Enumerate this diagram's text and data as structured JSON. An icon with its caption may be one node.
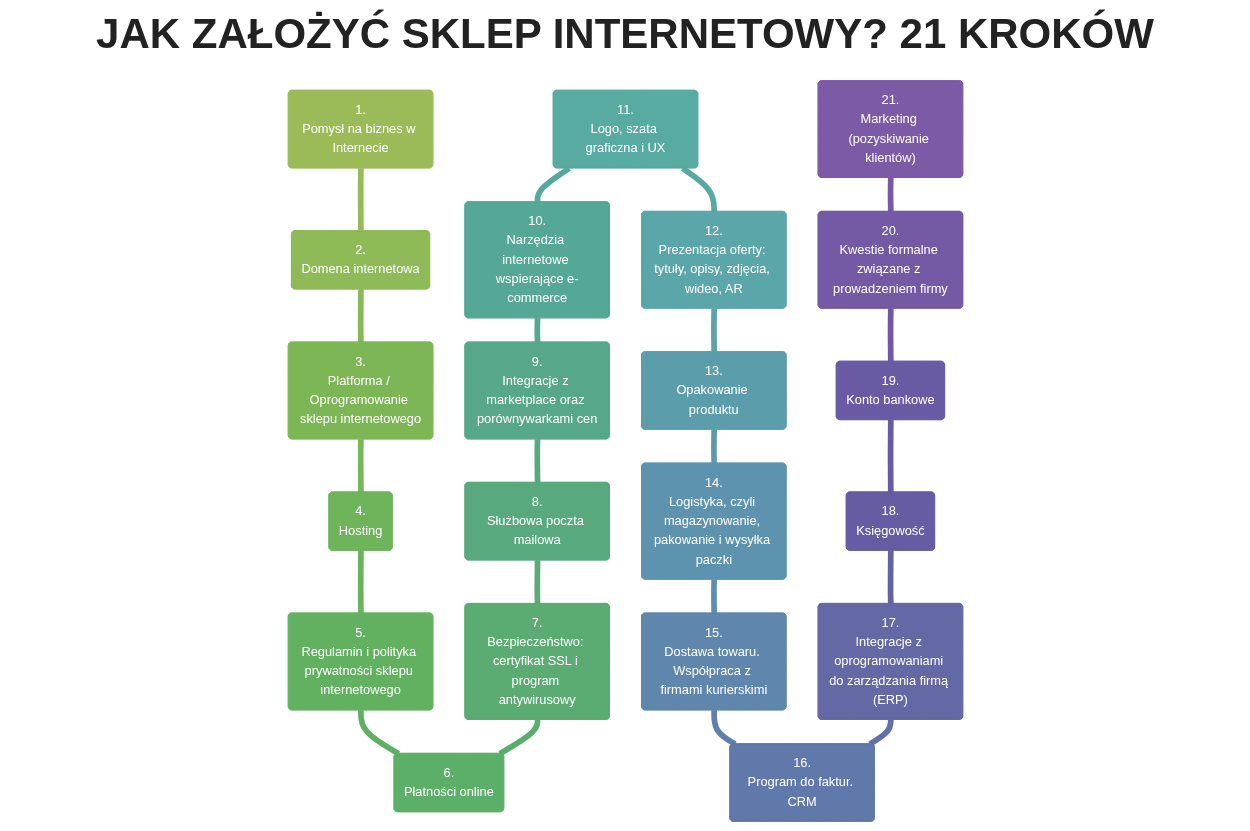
{
  "diagram": {
    "title": "JAK ZAŁOŻYĆ SKLEP INTERNETOWY? 21 KROKÓW",
    "nodes": [
      {
        "text": [
          "1.",
          "Pomysł na biznes w Internecie"
        ]
      },
      {
        "text": [
          "2.",
          "Domena internetowa"
        ]
      },
      {
        "text": [
          "3.",
          "Platforma / Oprogramowanie sklepu internetowego"
        ]
      },
      {
        "text": [
          "4.",
          "Hosting"
        ]
      },
      {
        "text": [
          "5.",
          "Regulamin i polityka prywatności sklepu internetowego"
        ]
      },
      {
        "text": [
          "6.",
          "Płatności online"
        ]
      },
      {
        "text": [
          "7.",
          "Bezpieczeństwo: certyfikat SSL i program antywirusowy"
        ]
      },
      {
        "text": [
          "8.",
          "Służbowa poczta mailowa"
        ]
      },
      {
        "text": [
          "9.",
          "Integracje z marketplace oraz porównywarkami cen"
        ]
      },
      {
        "text": [
          "10.",
          "Narzędzia internetowe wspierające e-commerce"
        ]
      },
      {
        "text": [
          "11.",
          "Logo, szata graficzna i UX"
        ]
      },
      {
        "text": [
          "12.",
          "Prezentacja oferty: tytuły, opisy, zdjęcia, wideo, AR"
        ]
      },
      {
        "text": [
          "13.",
          "Opakowanie produktu"
        ]
      },
      {
        "text": [
          "14.",
          "Logistyka, czyli magazynowanie, pakowanie i wysyłka paczki"
        ]
      },
      {
        "text": [
          "15.",
          "Dostawa towaru. Współpraca z firmami kurierskimi"
        ]
      },
      {
        "text": [
          "16.",
          "Program do faktur. CRM"
        ]
      },
      {
        "text": [
          "17.",
          "Integracje z oprogramowaniami do zarządzania firmą (ERP)"
        ]
      },
      {
        "text": [
          "18.",
          "Księgowość"
        ]
      },
      {
        "text": [
          "19.",
          "Konto bankowe"
        ]
      },
      {
        "text": [
          "20.",
          "Kwestie formalne związane z prowadzeniem firmy"
        ]
      },
      {
        "text": [
          "21.",
          "Marketing (pozyskiwanie klientów)"
        ]
      }
    ],
    "edges": [
      {
        "from": 0,
        "to": 1,
        "arrow": "none",
        "color": "#95bb58"
      },
      {
        "from": 1,
        "to": 2,
        "arrow": "none",
        "color": "#86b957"
      },
      {
        "from": 2,
        "to": 3,
        "arrow": "none",
        "color": "#76b758"
      },
      {
        "from": 3,
        "to": 4,
        "arrow": "none",
        "color": "#68b35c"
      },
      {
        "from": 4,
        "to": 5,
        "arrow": "none",
        "color": "#5fb062"
      },
      {
        "from": 5,
        "to": 6,
        "arrow": "none",
        "color": "#5bad6d"
      },
      {
        "from": 6,
        "to": 7,
        "arrow": "none",
        "color": "#59ab77"
      },
      {
        "from": 7,
        "to": 8,
        "arrow": "none",
        "color": "#58a983"
      },
      {
        "from": 8,
        "to": 9,
        "arrow": "none",
        "color": "#56a88f"
      },
      {
        "from": 9,
        "to": 10,
        "arrow": "none",
        "color": "#55a99c"
      },
      {
        "from": 10,
        "to": 11,
        "arrow": "none",
        "color": "#58a8a4"
      },
      {
        "from": 11,
        "to": 12,
        "arrow": "none",
        "color": "#5ba2aa"
      },
      {
        "from": 12,
        "to": 13,
        "arrow": "none",
        "color": "#5d99ae"
      },
      {
        "from": 13,
        "to": 14,
        "arrow": "none",
        "color": "#5e8eaf"
      },
      {
        "from": 14,
        "to": 15,
        "arrow": "none",
        "color": "#5f80ac"
      },
      {
        "from": 15,
        "to": 16,
        "arrow": "none",
        "color": "#6270a8"
      },
      {
        "from": 16,
        "to": 17,
        "arrow": "none",
        "color": "#6562a4"
      },
      {
        "from": 17,
        "to": 18,
        "arrow": "none",
        "color": "#685ba3"
      },
      {
        "from": 18,
        "to": 19,
        "arrow": "none",
        "color": "#6f59a4"
      },
      {
        "from": 19,
        "to": 20,
        "arrow": "none",
        "color": "#785aa5"
      }
    ]
  }
}
